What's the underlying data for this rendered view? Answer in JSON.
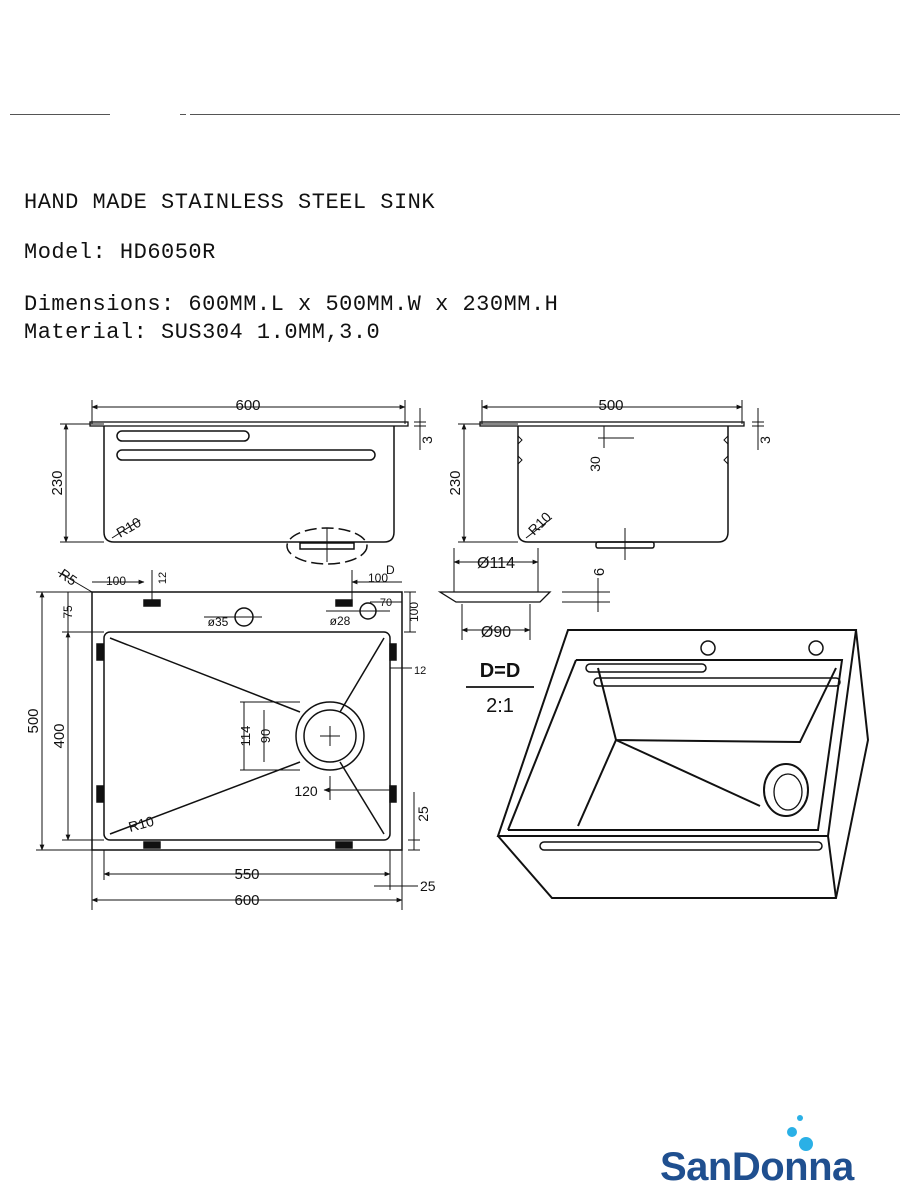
{
  "spec": {
    "title": "HAND MADE STAINLESS STEEL SINK",
    "model": "Model: HD6050R",
    "dimensions": "Dimensions: 600MM.L x 500MM.W x 230MM.H",
    "material": "Material: SUS304 1.0MM,3.0"
  },
  "dims": {
    "front_width": "600",
    "front_height": "230",
    "front_top": "3",
    "front_radius": "R10",
    "side_width": "500",
    "side_height": "230",
    "side_top": "3",
    "side_depth": "30",
    "side_radius": "R10",
    "drain_top": "Ø114",
    "drain_small": "6",
    "drain_bottom": "Ø90",
    "top_r5": "R5",
    "top_100_left": "100",
    "top_12_left": "12",
    "top_100_right": "100",
    "top_d": "D",
    "top_35": "ø35",
    "top_28": "ø28",
    "top_70": "70",
    "top_100_side": "100",
    "top_12_side": "12",
    "top_500": "500",
    "top_75": "75",
    "top_400": "400",
    "top_114": "114",
    "top_90": "90",
    "top_120": "120",
    "top_r10": "R10",
    "top_25_right": "25",
    "top_550": "550",
    "top_25_bottom": "25",
    "top_600": "600"
  },
  "section": {
    "label": "D=D",
    "scale": "2:1"
  },
  "logo": {
    "text": "SanDonna",
    "color": "#1f4f8f"
  }
}
